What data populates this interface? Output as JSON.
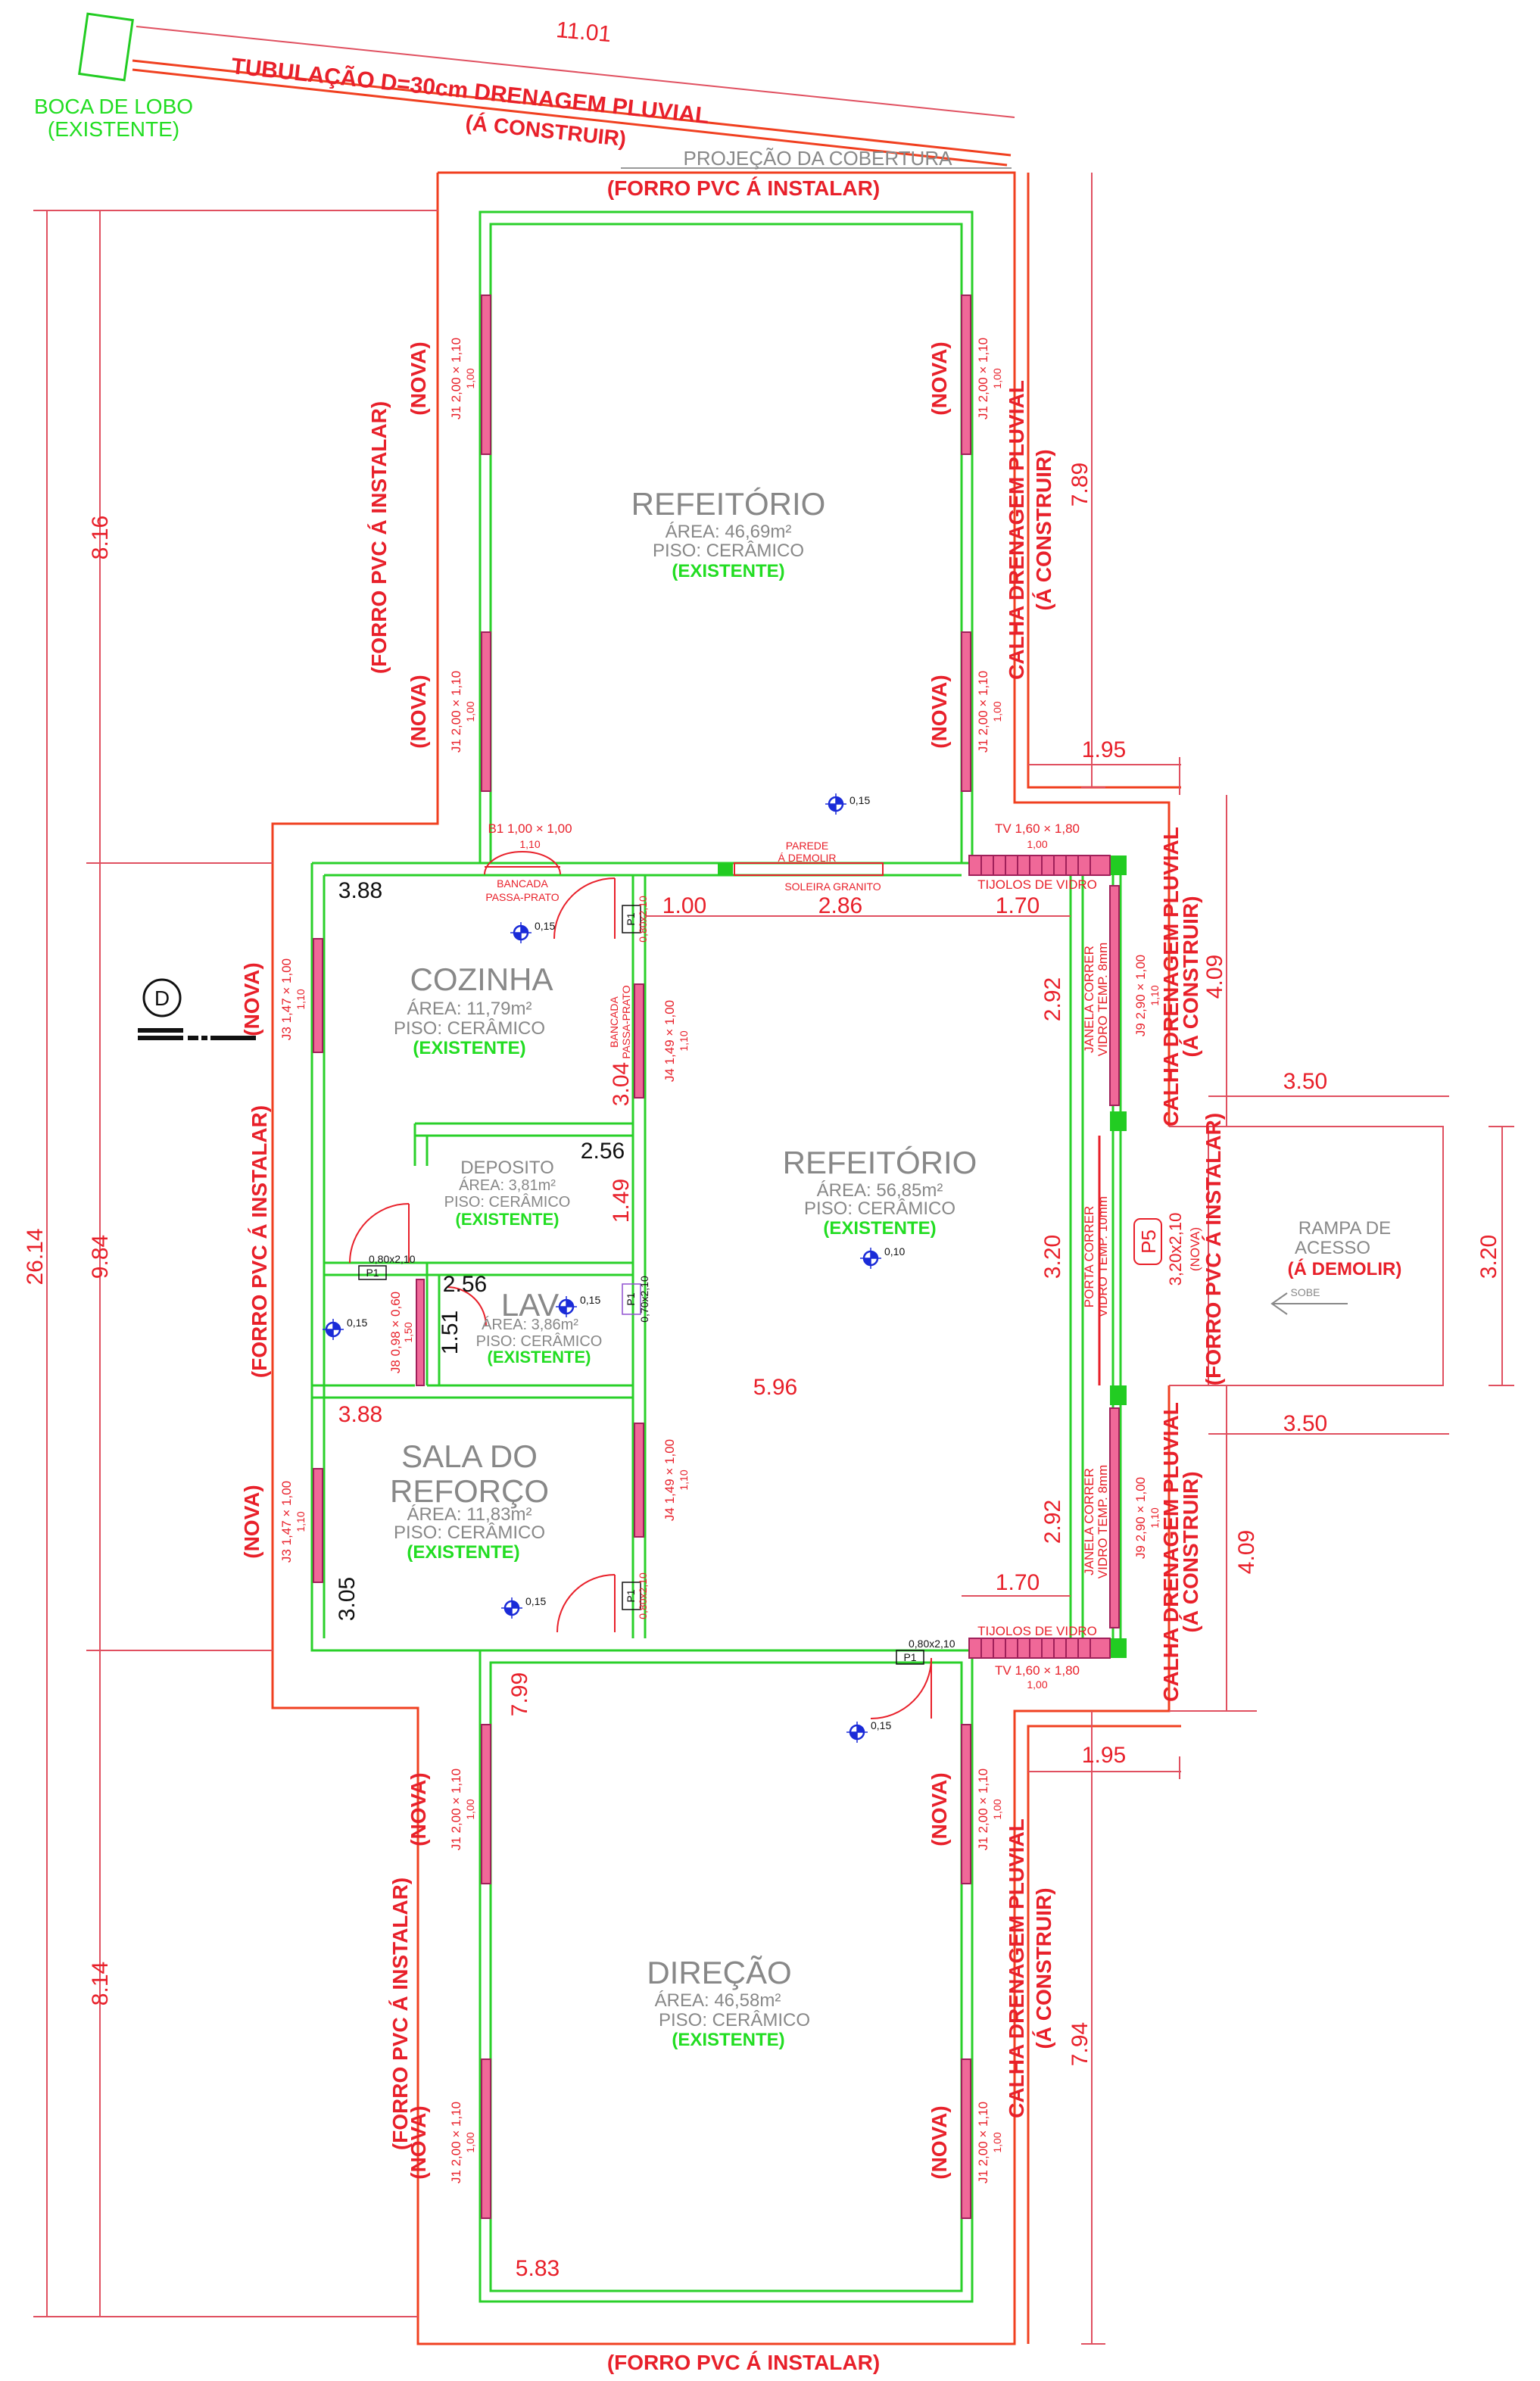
{
  "rooms": {
    "refeitorio_top": {
      "name": "REFEITÓRIO",
      "area": "ÁREA: 46,69m²",
      "floor": "PISO: CERÂMICO",
      "status": "(EXISTENTE)"
    },
    "cozinha": {
      "name": "COZINHA",
      "area": "ÁREA: 11,79m²",
      "floor": "PISO: CERÂMICO",
      "status": "(EXISTENTE)"
    },
    "deposito": {
      "name": "DEPOSITO",
      "area": "ÁREA: 3,81m²",
      "floor": "PISO: CERÂMICO",
      "status": "(EXISTENTE)"
    },
    "lav": {
      "name": "LAV",
      "area": "ÁREA: 3,86m²",
      "floor": "PISO: CERÂMICO",
      "status": "(EXISTENTE)"
    },
    "refeitorio_mid": {
      "name": "REFEITÓRIO",
      "area": "ÁREA: 56,85m²",
      "floor": "PISO: CERÂMICO",
      "status": "(EXISTENTE)"
    },
    "sala_reforco": {
      "name_1": "SALA DO",
      "name_2": "REFORÇO",
      "area": "ÁREA: 11,83m²",
      "floor": "PISO: CERÂMICO",
      "status": "(EXISTENTE)"
    },
    "direcao": {
      "name": "DIREÇÃO",
      "area": "ÁREA: 46,58m²",
      "floor": "PISO: CERÂMICO",
      "status": "(EXISTENTE)"
    }
  },
  "rampa": {
    "line1": "RAMPA DE",
    "line2": "ACESSO",
    "status": "(Á DEMOLIR)",
    "arrow": "SOBE"
  },
  "notes": {
    "boca_1": "BOCA DE LOBO",
    "boca_2": "(EXISTENTE)",
    "tub_1": "TUBULAÇÃO D=30cm DRENAGEM PLUVIAL",
    "tub_2": "(Á CONSTRUIR)",
    "projecao": "PROJEÇÃO DA COBERTURA",
    "forro": "(FORRO PVC Á INSTALAR)",
    "calha": "CALHA DRENAGEM PLUVIAL",
    "a_construir": "(Á CONSTRUIR)",
    "nova": "(NOVA)",
    "parede_1": "PAREDE",
    "parede_2": "Á DEMOLIR",
    "soleira": "SOLEIRA GRANITO",
    "bancada_1": "BANCADA",
    "bancada_2": "PASSA-PRATO",
    "tijolos": "TIJOLOS DE VIDRO",
    "janela_1": "JANELA CORRER",
    "janela_2": "VIDRO TEMP. 8mm",
    "porta_1": "PORTA CORRER",
    "porta_2": "VIDRO TEMP. 10mm",
    "section": "D"
  },
  "tags": {
    "j1": "J1 2,00 × 1,10",
    "j1_sill": "1,00",
    "j3": "J3 1,47 × 1,00",
    "j3_sill": "1,10",
    "j4": "J4 1,49 × 1,00",
    "j4_sill": "1,10",
    "j8": "J8 0,98 × 0,60",
    "j8_sill": "1,50",
    "j9": "J9 2,90 × 1,00",
    "j9_sill": "1,10",
    "b1": "B1 1,00 × 1,00",
    "b1_sill": "1,10",
    "tv": "TV 1,60 × 1,80",
    "tv_sill": "1,00",
    "p1_size": "0,80x2,10",
    "p1": "P1",
    "p1_lav": "0,70x2,10",
    "p5": "P5",
    "p5_size": "3,20x2,10",
    "p5_status": "(NOVA)"
  },
  "levels": {
    "l015": "0,15",
    "l010": "0,10"
  },
  "dims": {
    "top": "11.01",
    "d1_95": "1.95",
    "d7_89": "7.89",
    "d8_16": "8.16",
    "d26_14": "26.14",
    "d9_84": "9.84",
    "d8_14": "8.14",
    "d7_94": "7.94",
    "d3_88": "3.88",
    "d1_00": "1.00",
    "d2_86": "2.86",
    "d1_70": "1.70",
    "d2_92": "2.92",
    "d4_09": "4.09",
    "d3_50": "3.50",
    "d3_20": "3.20",
    "d3_04": "3.04",
    "d2_56": "2.56",
    "d1_49": "1.49",
    "d1_51": "1.51",
    "d5_96": "5.96",
    "d3_05": "3.05",
    "d7_99": "7.99",
    "d5_83": "5.83"
  }
}
